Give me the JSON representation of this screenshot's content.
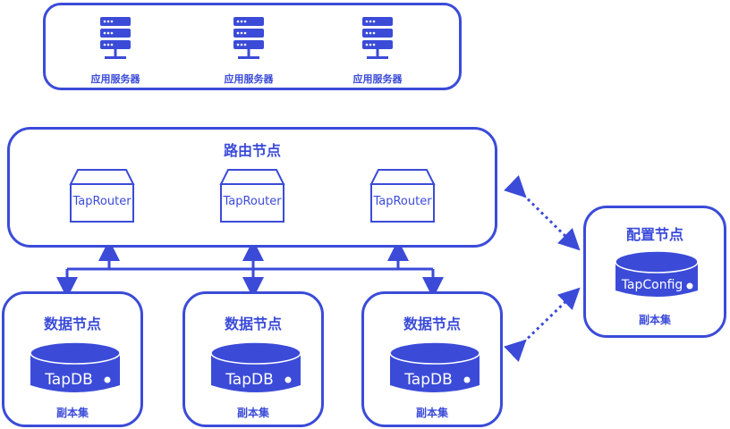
{
  "app_servers": {
    "items": [
      {
        "label": "应用服务器"
      },
      {
        "label": "应用服务器"
      },
      {
        "label": "应用服务器"
      }
    ]
  },
  "router_node": {
    "title": "路由节点",
    "routers": [
      {
        "label": "TapRouter"
      },
      {
        "label": "TapRouter"
      },
      {
        "label": "TapRouter"
      }
    ]
  },
  "config_node": {
    "title": "配置节点",
    "db_label": "TapConfig",
    "subtitle": "副本集"
  },
  "data_nodes": [
    {
      "title": "数据节点",
      "db_label": "TapDB",
      "subtitle": "副本集"
    },
    {
      "title": "数据节点",
      "db_label": "TapDB",
      "subtitle": "副本集"
    },
    {
      "title": "数据节点",
      "db_label": "TapDB",
      "subtitle": "副本集"
    }
  ],
  "colors": {
    "primary": "#3b4bd8",
    "background": "#ffffff"
  }
}
